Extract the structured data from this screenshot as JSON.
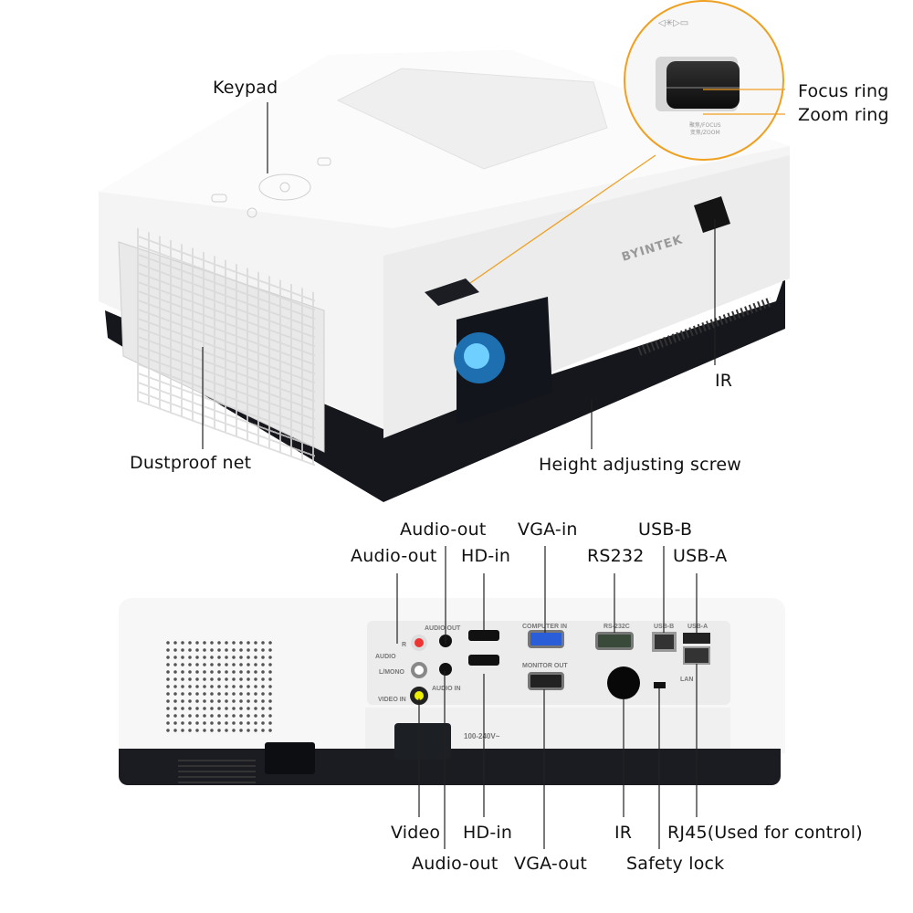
{
  "brand": "BYINTEK",
  "top_view": {
    "labels": {
      "keypad": "Keypad",
      "focus_ring": "Focus ring",
      "zoom_ring": "Zoom ring",
      "ir": "IR",
      "dustproof_net": "Dustproof net",
      "height_screw": "Height adjusting screw"
    },
    "lens_text": {
      "focus": "聚焦/FOCUS",
      "zoom": "变焦/ZOOM"
    }
  },
  "rear_view": {
    "top_labels": {
      "audio_out_1": "Audio-out",
      "vga_in": "VGA-in",
      "usb_b": "USB-B",
      "audio_out_2": "Audio-out",
      "hd_in": "HD-in",
      "rs232": "RS232",
      "usb_a": "USB-A"
    },
    "bottom_labels": {
      "video": "Video",
      "hd_in": "HD-in",
      "ir": "IR",
      "rj45": "RJ45(Used for control)",
      "audio_out": "Audio-out",
      "vga_out": "VGA-out",
      "safety_lock": "Safety lock"
    },
    "panel_text": {
      "audio_out": "AUDIO OUT",
      "r": "R",
      "audio": "AUDIO",
      "l_mono": "L/MONO",
      "video_in": "VIDEO IN",
      "audio_in": "AUDIO IN",
      "computer_in": "COMPUTER IN",
      "monitor_out": "MONITOR OUT",
      "rs232c": "RS-232C",
      "usb_b": "USB-B",
      "usb_a": "USB-A",
      "lan": "LAN",
      "voltage": "100-240V~"
    }
  },
  "colors": {
    "accent": "#f0a020",
    "body": "#f5f5f5",
    "base": "#1a1c22"
  }
}
